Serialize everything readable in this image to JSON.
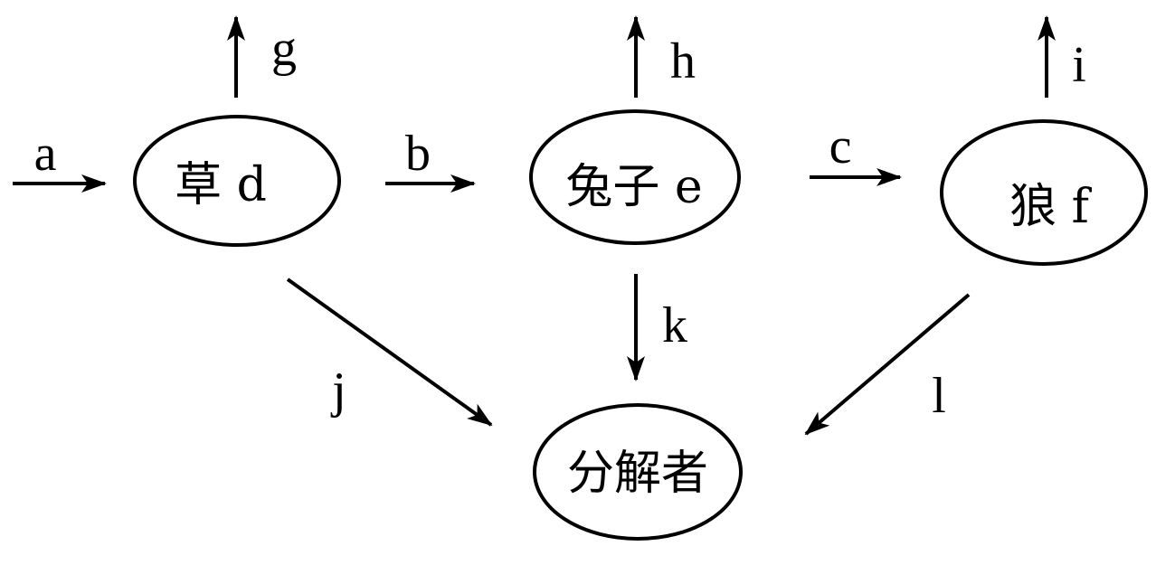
{
  "nodes": {
    "grass": "草 d",
    "rabbit": "兔子 e",
    "wolf": "狼 f",
    "decomposer": "分解者"
  },
  "labels": {
    "a": "a",
    "b": "b",
    "c": "c",
    "g": "g",
    "h": "h",
    "i": "i",
    "j": "j",
    "k": "k",
    "l": "l"
  },
  "colors": {
    "stroke": "#000000",
    "background": "#ffffff"
  }
}
